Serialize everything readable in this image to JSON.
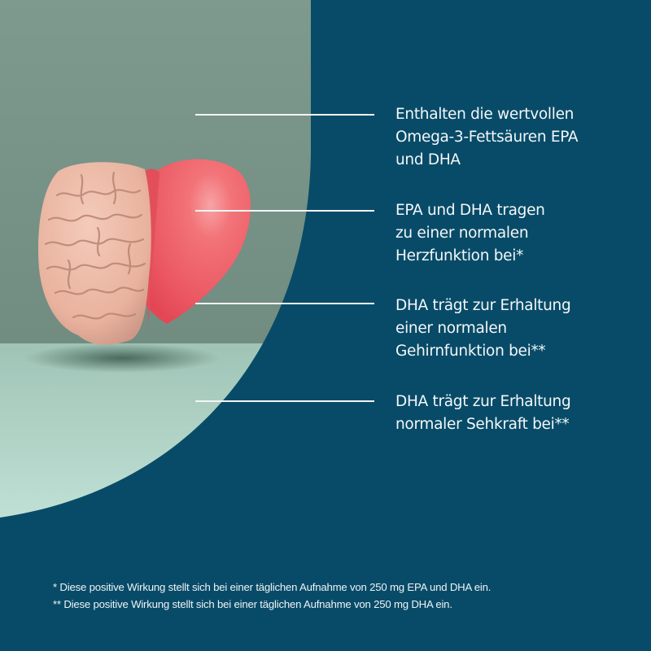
{
  "colors": {
    "background": "#084b68",
    "wall": "#789487",
    "floor": "#b7d8cc",
    "heart": "#ef5f6a",
    "brain": "#edb9a5",
    "text": "#f3f7f8"
  },
  "image": {
    "subject": "brain-and-heart-illustration"
  },
  "callouts": [
    {
      "lines": [
        "Enthalten die wertvollen",
        "Omega-3-Fettsäuren EPA",
        "und DHA"
      ]
    },
    {
      "lines": [
        "EPA und DHA tragen",
        "zu einer normalen",
        "Herzfunktion bei*"
      ]
    },
    {
      "lines": [
        "DHA trägt zur Erhaltung",
        "einer normalen",
        "Gehirnfunktion bei**"
      ]
    },
    {
      "lines": [
        "DHA trägt zur Erhaltung",
        "normaler Sehkraft bei**"
      ]
    }
  ],
  "footnotes": [
    "* Diese positive Wirkung stellt sich bei einer täglichen Aufnahme von 250 mg EPA und DHA ein.",
    "** Diese positive Wirkung stellt sich bei einer täglichen Aufnahme von 250 mg DHA ein."
  ]
}
